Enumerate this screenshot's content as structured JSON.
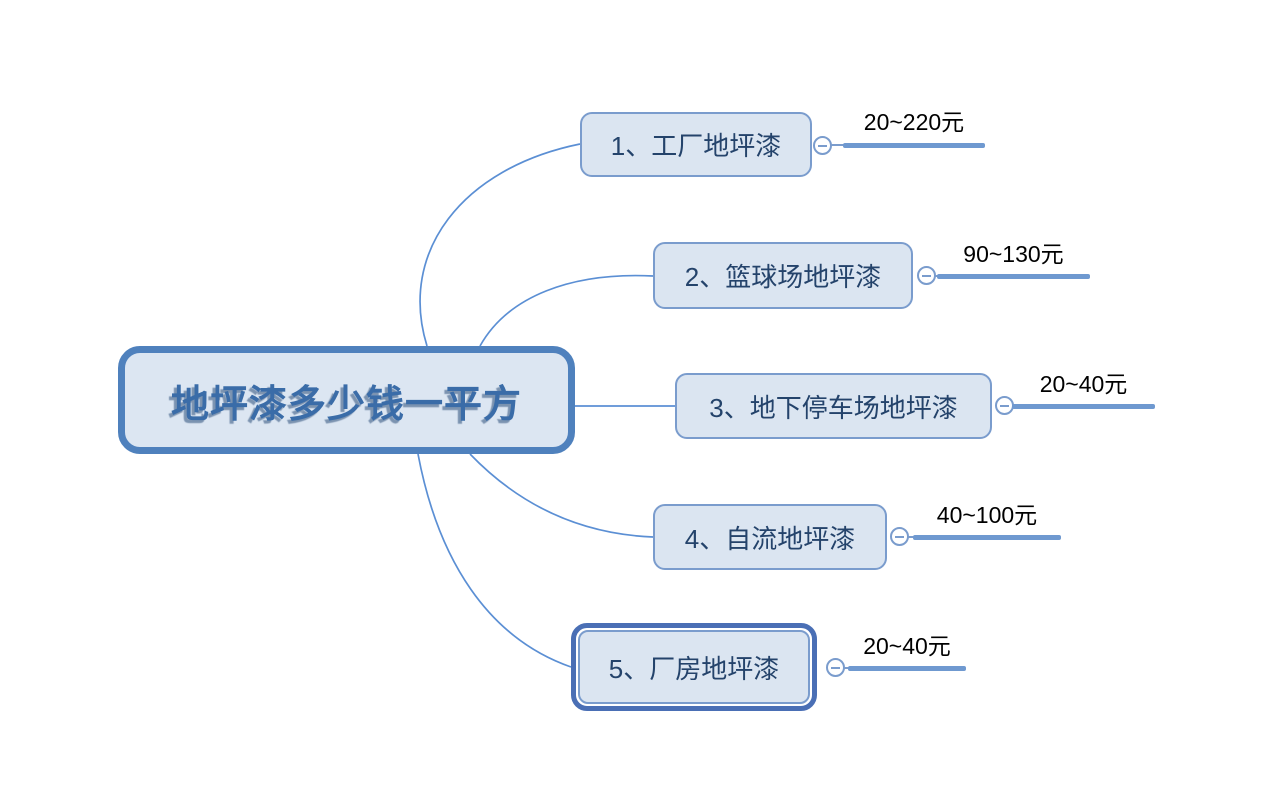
{
  "mindmap": {
    "root": {
      "label": "地坪漆多少钱一平方"
    },
    "branches": [
      {
        "label": "1、工厂地坪漆",
        "price": "20~220元"
      },
      {
        "label": "2、篮球场地坪漆",
        "price": "90~130元"
      },
      {
        "label": "3、地下停车场地坪漆",
        "price": "20~40元"
      },
      {
        "label": "4、自流地坪漆",
        "price": "40~100元"
      },
      {
        "label": "5、厂房地坪漆",
        "price": "20~40元"
      }
    ],
    "icons": {
      "collapse_toggle": "minus-circle-icon"
    },
    "colors": {
      "canvas_background": "#ffffff",
      "root_border": "#4f81bd",
      "root_fill": "#dce6f2",
      "root_text": "#3a6ca8",
      "branch_border": "#7a9ccd",
      "branch_fill": "#dbe5f1",
      "branch_text": "#24436b",
      "selected_branch_border": "#4a6fb5",
      "connector_line": "#5b8fd4",
      "price_underline": "#6f99d0",
      "price_text": "#000000"
    }
  }
}
